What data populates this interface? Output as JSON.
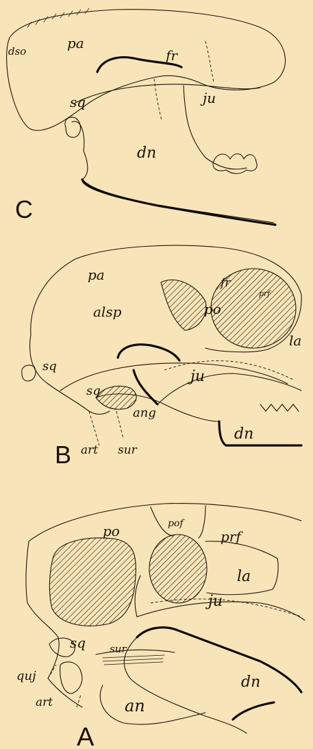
{
  "figure": {
    "panels": [
      {
        "id": "C",
        "label": "C",
        "bone_labels": [
          "dso",
          "pa",
          "fr",
          "sq",
          "ju",
          "dn"
        ]
      },
      {
        "id": "B",
        "label": "B",
        "bone_labels": [
          "pa",
          "fr",
          "prf",
          "po",
          "alsp",
          "la",
          "sq",
          "sq",
          "ju",
          "ang",
          "dn",
          "art",
          "sur"
        ]
      },
      {
        "id": "A",
        "label": "A",
        "bone_labels": [
          "pof",
          "po",
          "prf",
          "la",
          "ju",
          "sq",
          "quj",
          "sur",
          "art",
          "an",
          "dn"
        ]
      }
    ]
  }
}
